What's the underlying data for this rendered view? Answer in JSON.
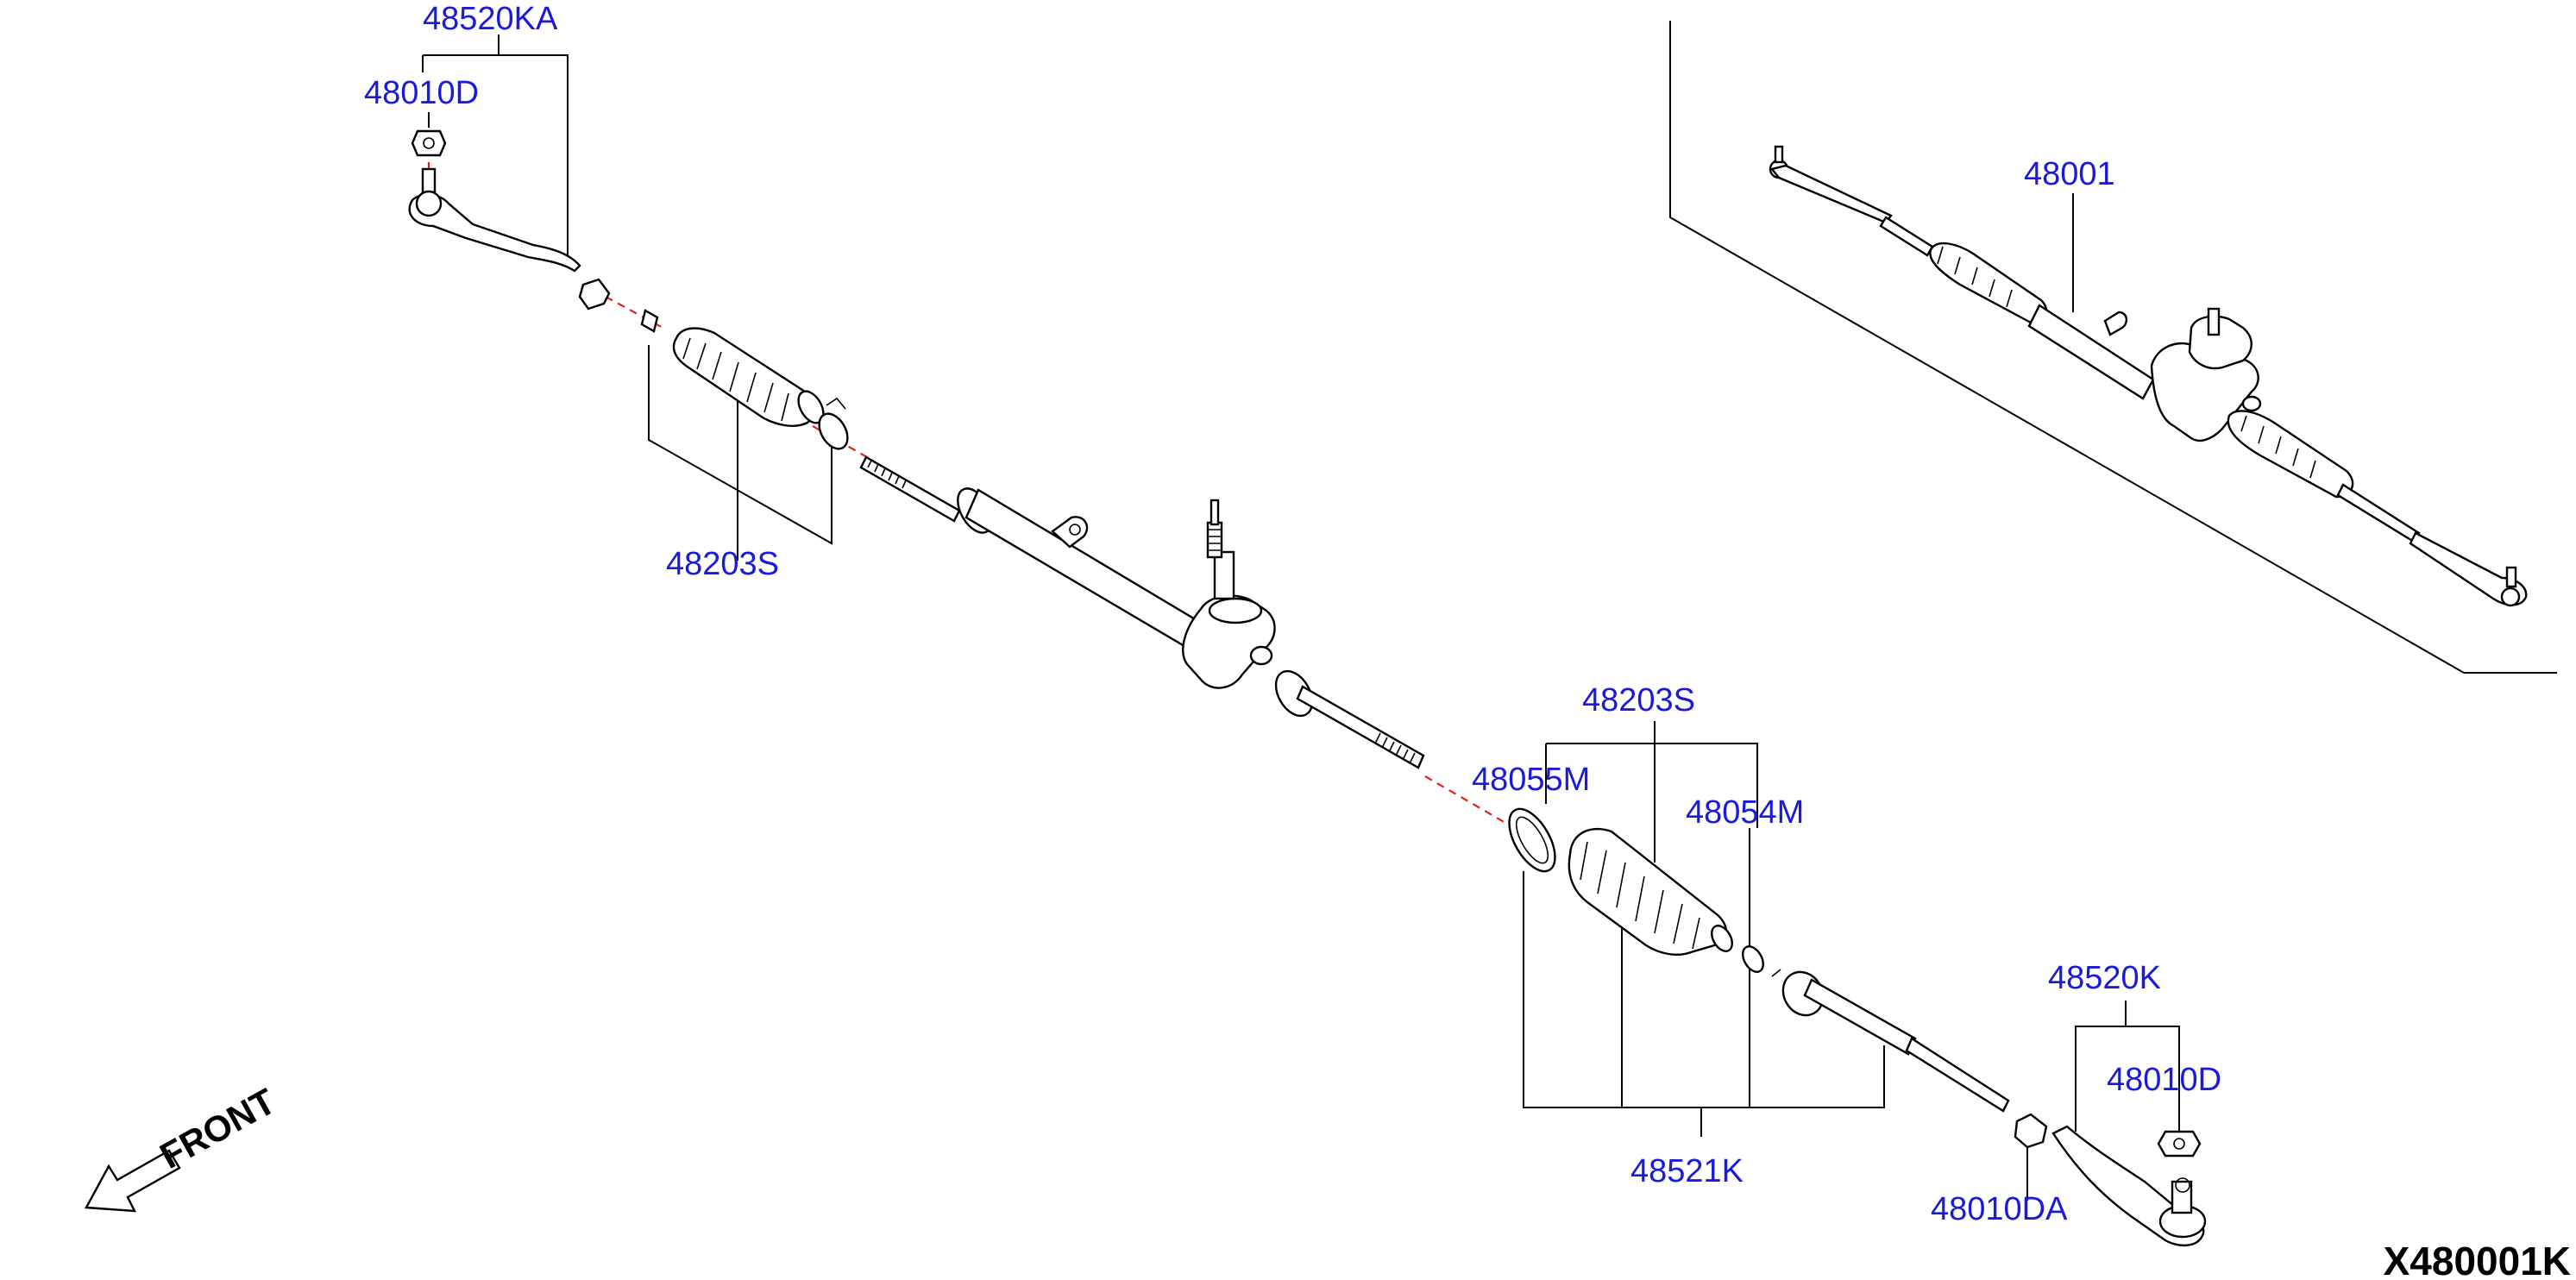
{
  "diagram": {
    "code": "X480001K",
    "front_label": "FRONT",
    "colors": {
      "label": "#1a1adc",
      "line": "#000000",
      "center_line": "#e0201a",
      "background": "#ffffff"
    },
    "labels": {
      "p48520KA": "48520KA",
      "p48010D_left": "48010D",
      "p48203S_left": "48203S",
      "p48001": "48001",
      "p48203S_right": "48203S",
      "p48055M": "48055M",
      "p48054M": "48054M",
      "p48521K": "48521K",
      "p48520K": "48520K",
      "p48010D_right": "48010D",
      "p48010DA": "48010DA"
    }
  }
}
